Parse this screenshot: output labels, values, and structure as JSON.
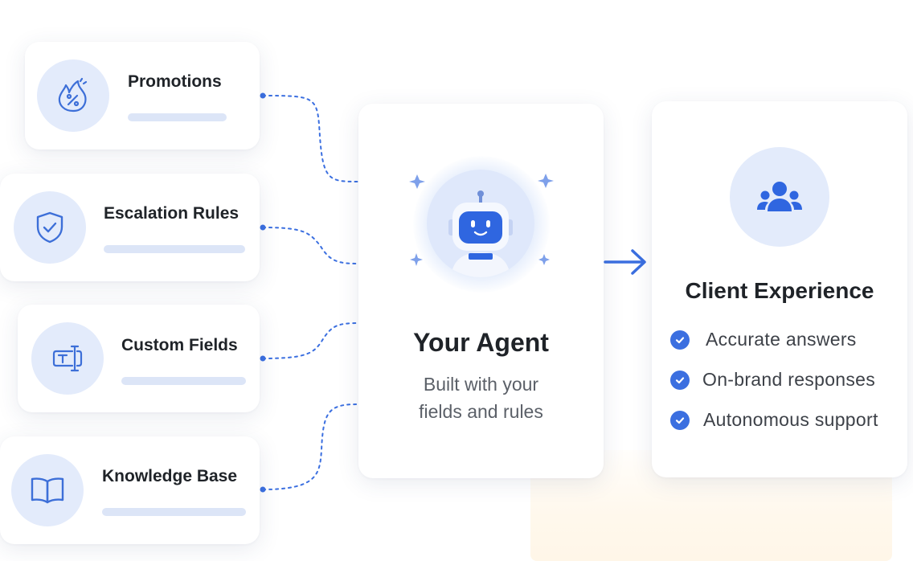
{
  "sources": [
    {
      "title": "Promotions",
      "icon": "discount-tag-icon"
    },
    {
      "title": "Escalation Rules",
      "icon": "shield-check-icon"
    },
    {
      "title": "Custom Fields",
      "icon": "text-field-icon"
    },
    {
      "title": "Knowledge Base",
      "icon": "open-book-icon"
    }
  ],
  "agent": {
    "title": "Your Agent",
    "subtitle_line1": "Built with your",
    "subtitle_line2": "fields and rules",
    "icon": "robot-icon"
  },
  "client": {
    "title": "Client Experience",
    "icon": "user-group-icon",
    "benefits": [
      "Accurate answers",
      "On-brand responses",
      "Autonomous support"
    ]
  },
  "colors": {
    "accent": "#3b6fe0",
    "icon_stroke": "#3d6fd8",
    "icon_circle_bg": "#e3ebfb",
    "placeholder_bar": "#dce5f7",
    "text_primary": "#1f2328",
    "text_secondary": "#5b6068"
  }
}
